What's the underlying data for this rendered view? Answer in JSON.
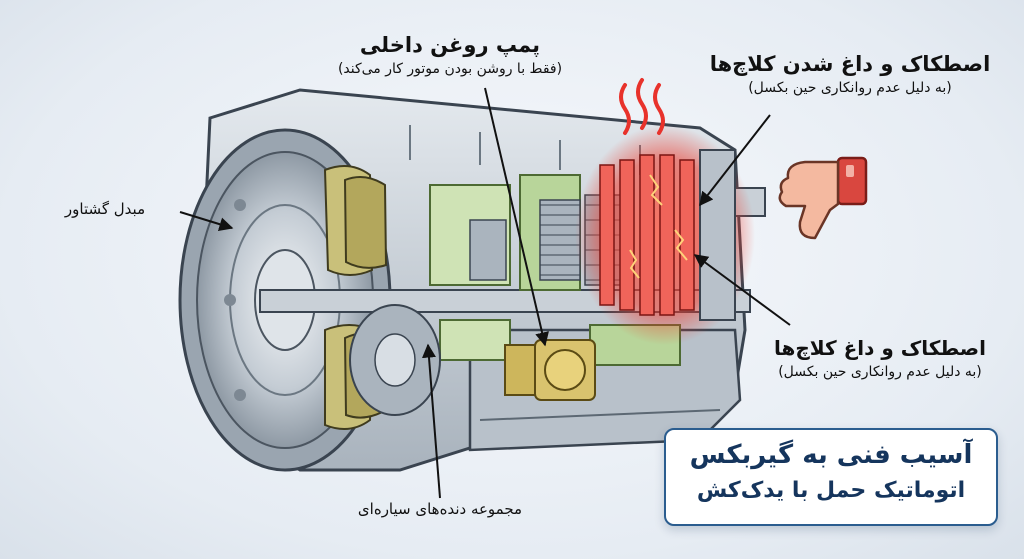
{
  "labels": {
    "oil_pump": {
      "title": "پمپ روغن داخلی",
      "subtitle": "(فقط با روشن بودن موتور کار می‌کند)"
    },
    "clutch_top": {
      "title": "اصطکاک و داغ شدن کلاچ‌ها",
      "subtitle": "(به دلیل عدم روانکاری حین بکسل)"
    },
    "clutch_bottom": {
      "title": "اصطکاک و داغ کلاچ‌ها",
      "subtitle": "(به دلیل عدم روانکاری حین بکسل)"
    },
    "torque_converter": "مبدل گشتاور",
    "planetary_gears": "مجموعه دنده‌های سیاره‌ای"
  },
  "title_box": {
    "line1": "آسیب فنی به گیربکس",
    "line2": "اتوماتیک حمل با یدک‌کش"
  },
  "icons": [
    "thumbs-down-icon",
    "heat-waves-icon"
  ],
  "colors": {
    "accent": "#2b5d8f",
    "heat": "#e8322b",
    "gear_green": "#b8d59a",
    "brass": "#c8b55a",
    "metal": "#c7ced6",
    "thumb": "#f4b9a0",
    "thumb_cuff": "#d9473f"
  }
}
